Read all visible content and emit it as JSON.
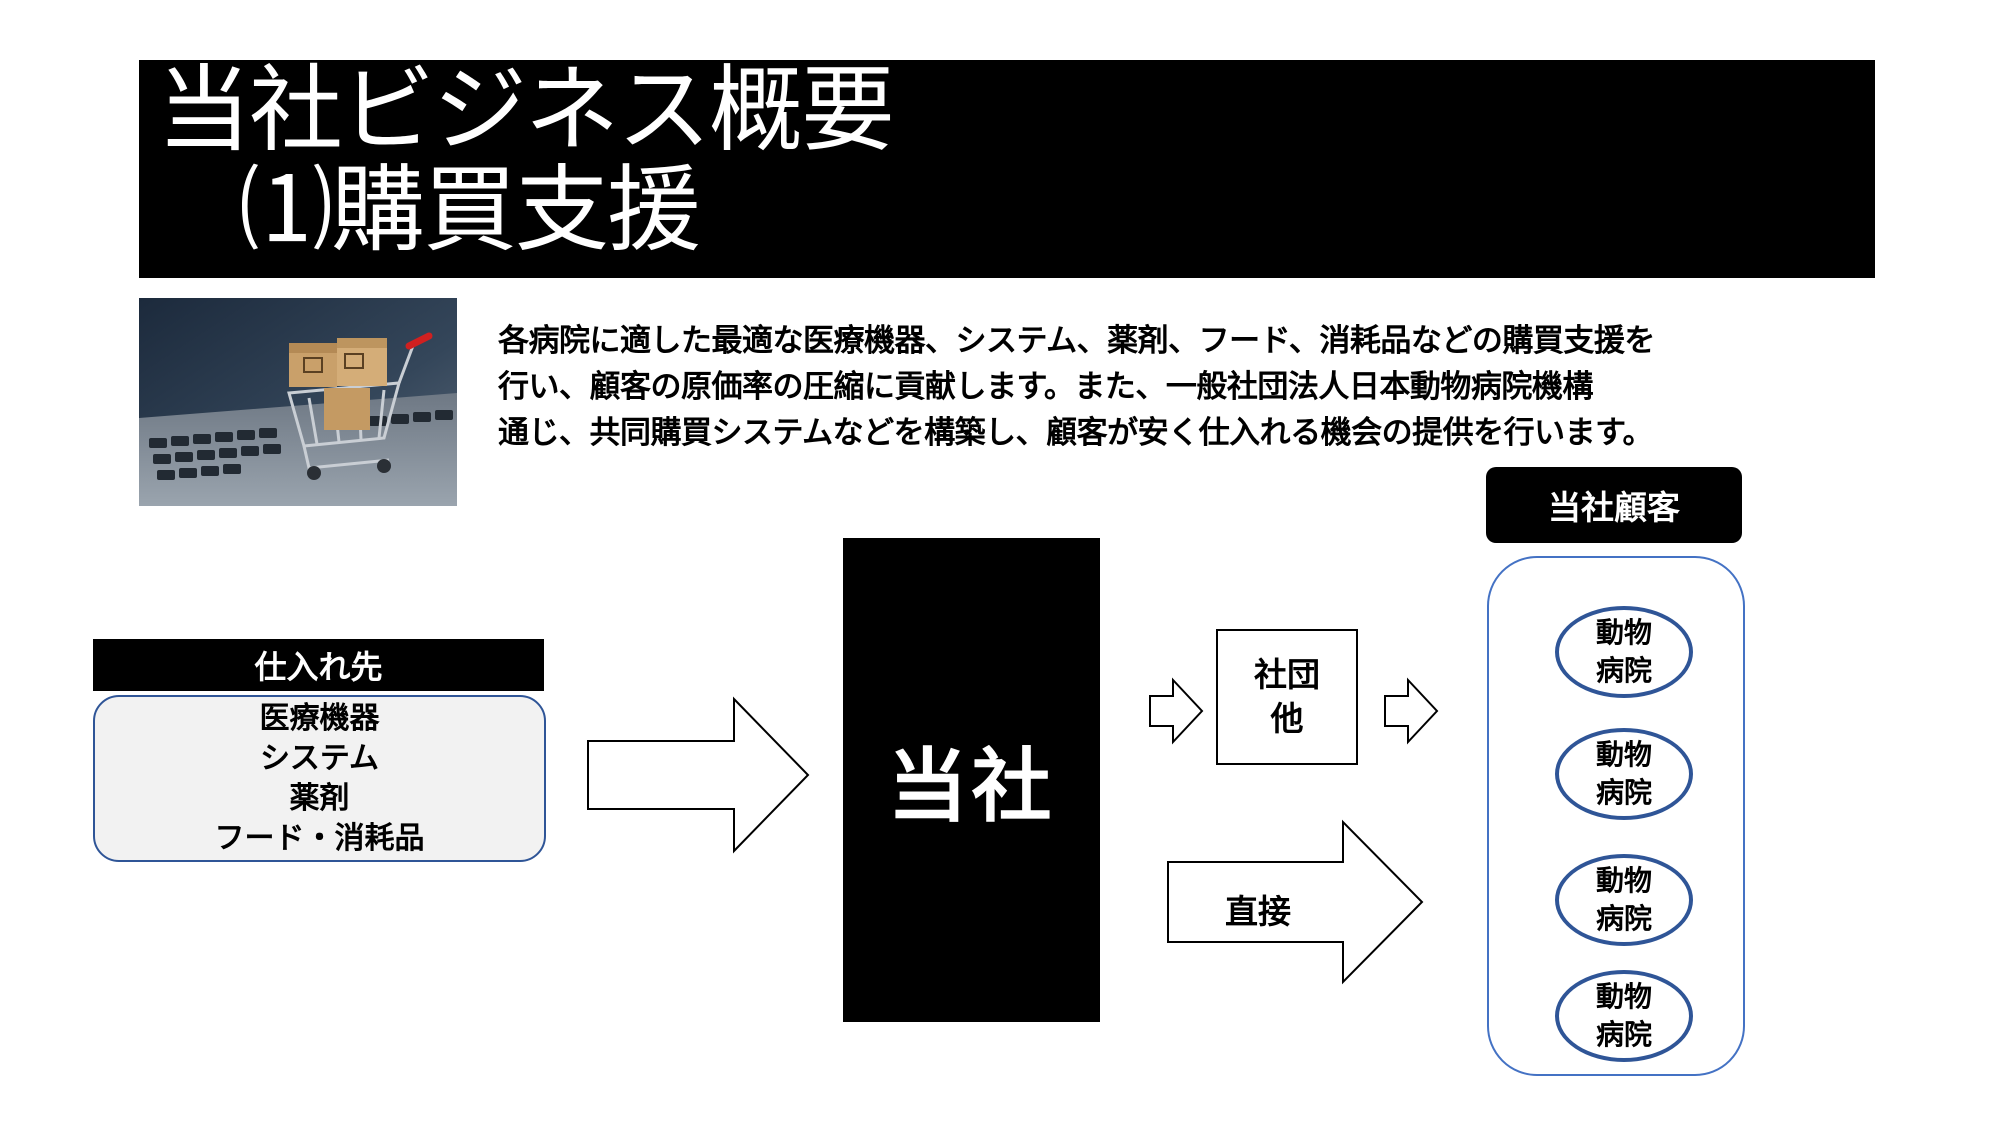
{
  "title": {
    "line1": "当社ビジネス概要",
    "line2": "⑴購買支援"
  },
  "photo": {
    "icon": "shopping-cart-with-boxes-on-laptop-keyboard"
  },
  "description": {
    "lines": [
      "各病院に適した最適な医療機器、システム、薬剤、フード、消耗品などの購買支援を",
      "行い、顧客の原価率の圧縮に貢献します。また、一般社団法人日本動物病院機構",
      "通じ、共同購買システムなどを構築し、顧客が安く仕入れる機会の提供を行います。"
    ]
  },
  "diagram": {
    "supplier": {
      "header": "仕入れ先",
      "items": [
        "医療機器",
        "システム",
        "薬剤",
        "フード・消耗品"
      ]
    },
    "company": "当社",
    "association": [
      "社団",
      "他"
    ],
    "direct": "直接",
    "customers": {
      "header": "当社顧客",
      "hospitals": [
        [
          "動物",
          "病院"
        ],
        [
          "動物",
          "病院"
        ],
        [
          "動物",
          "病院"
        ],
        [
          "動物",
          "病院"
        ]
      ]
    },
    "colors": {
      "header_bg": "#000000",
      "supplier_border": "#2f5597",
      "supplier_fill": "#f2f2f2",
      "customer_border": "#4472c4",
      "hospital_border": "#2f5597"
    }
  }
}
